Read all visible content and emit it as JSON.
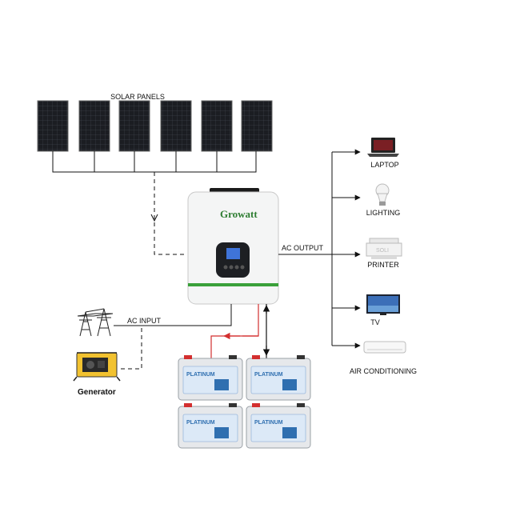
{
  "labels": {
    "solar_panels": "SOLAR PANELS",
    "ac_output": "AC OUTPUT",
    "ac_input": "AC INPUT",
    "generator": "Generator",
    "brand": "Growatt"
  },
  "loads": [
    {
      "label": "LAPTOP",
      "icon": "laptop-icon"
    },
    {
      "label": "LIGHTING",
      "icon": "light-bulb-icon"
    },
    {
      "label": "PRINTER",
      "icon": "printer-icon"
    },
    {
      "label": "TV",
      "icon": "tv-icon"
    },
    {
      "label": "AIR CONDITIONING",
      "icon": "air-conditioner-icon"
    }
  ],
  "battery_brand": "PLATINUM",
  "printer_text": "SOLI",
  "colors": {
    "brand_green": "#2e7d32",
    "wire_red": "#d32f2f",
    "wire_black": "#111111",
    "display_blue": "#3f74d9"
  }
}
